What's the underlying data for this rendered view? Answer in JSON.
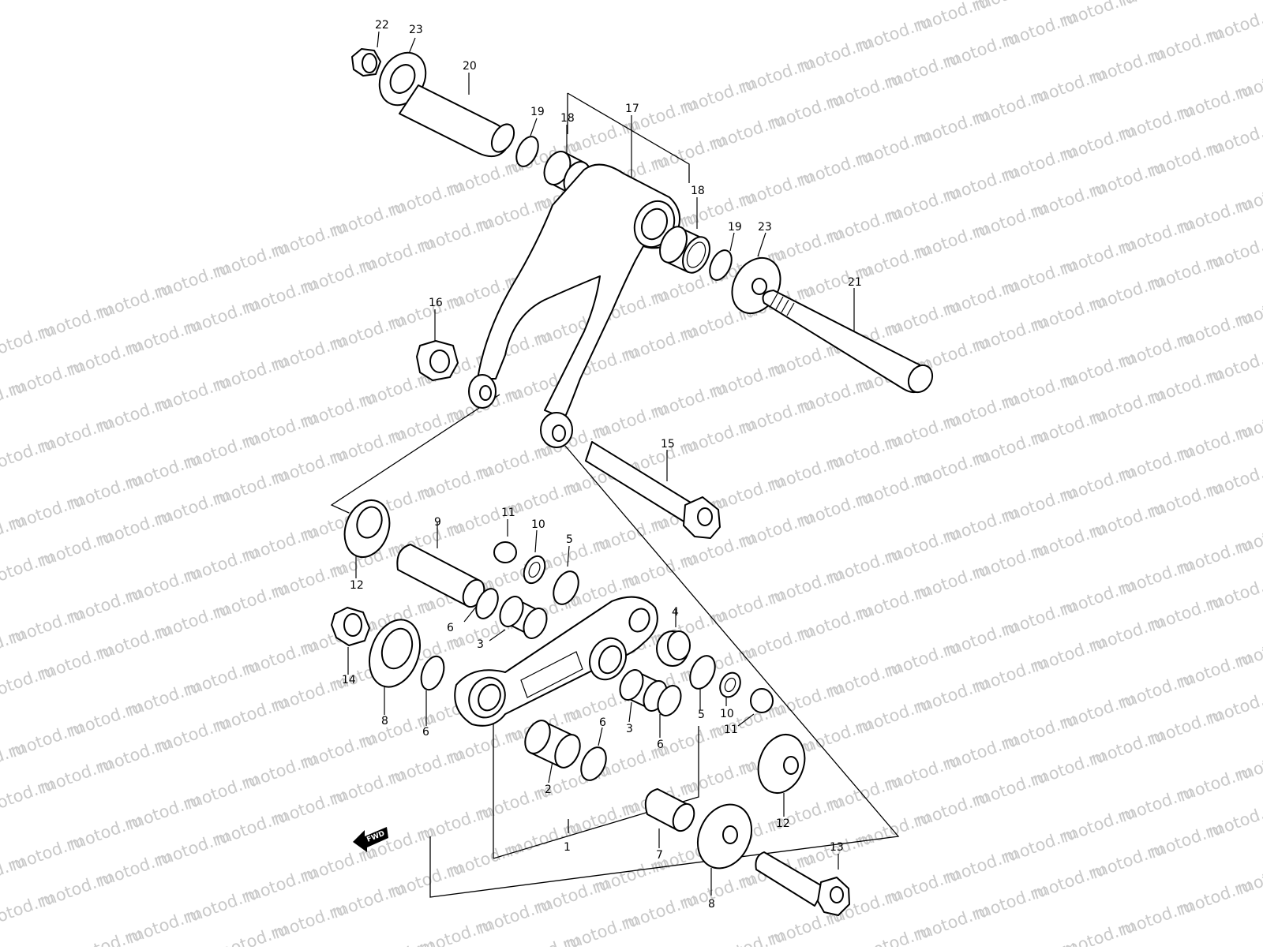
{
  "watermark": {
    "text": "motod.ru",
    "color": "#c9c9c9"
  },
  "fwd_label": "FWD",
  "part_labels": [
    {
      "id": "p22",
      "text": "22"
    },
    {
      "id": "p23a",
      "text": "23"
    },
    {
      "id": "p20",
      "text": "20"
    },
    {
      "id": "p19a",
      "text": "19"
    },
    {
      "id": "p18a",
      "text": "18"
    },
    {
      "id": "p17",
      "text": "17"
    },
    {
      "id": "p18b",
      "text": "18"
    },
    {
      "id": "p19b",
      "text": "19"
    },
    {
      "id": "p23b",
      "text": "23"
    },
    {
      "id": "p21",
      "text": "21"
    },
    {
      "id": "p16",
      "text": "16"
    },
    {
      "id": "p15",
      "text": "15"
    },
    {
      "id": "p11a",
      "text": "11"
    },
    {
      "id": "p9",
      "text": "9"
    },
    {
      "id": "p10a",
      "text": "10"
    },
    {
      "id": "p5a",
      "text": "5"
    },
    {
      "id": "p12a",
      "text": "12"
    },
    {
      "id": "p6a",
      "text": "6"
    },
    {
      "id": "p3a",
      "text": "3"
    },
    {
      "id": "p14",
      "text": "14"
    },
    {
      "id": "p8a",
      "text": "8"
    },
    {
      "id": "p6b",
      "text": "6"
    },
    {
      "id": "p4",
      "text": "4"
    },
    {
      "id": "p10b",
      "text": "10"
    },
    {
      "id": "p11b",
      "text": "11"
    },
    {
      "id": "p5b",
      "text": "5"
    },
    {
      "id": "p3b",
      "text": "3"
    },
    {
      "id": "p6c",
      "text": "6"
    },
    {
      "id": "p6d",
      "text": "6"
    },
    {
      "id": "p2",
      "text": "2"
    },
    {
      "id": "p12b",
      "text": "12"
    },
    {
      "id": "p1",
      "text": "1"
    },
    {
      "id": "p7",
      "text": "7"
    },
    {
      "id": "p13",
      "text": "13"
    },
    {
      "id": "p8b",
      "text": "8"
    }
  ]
}
